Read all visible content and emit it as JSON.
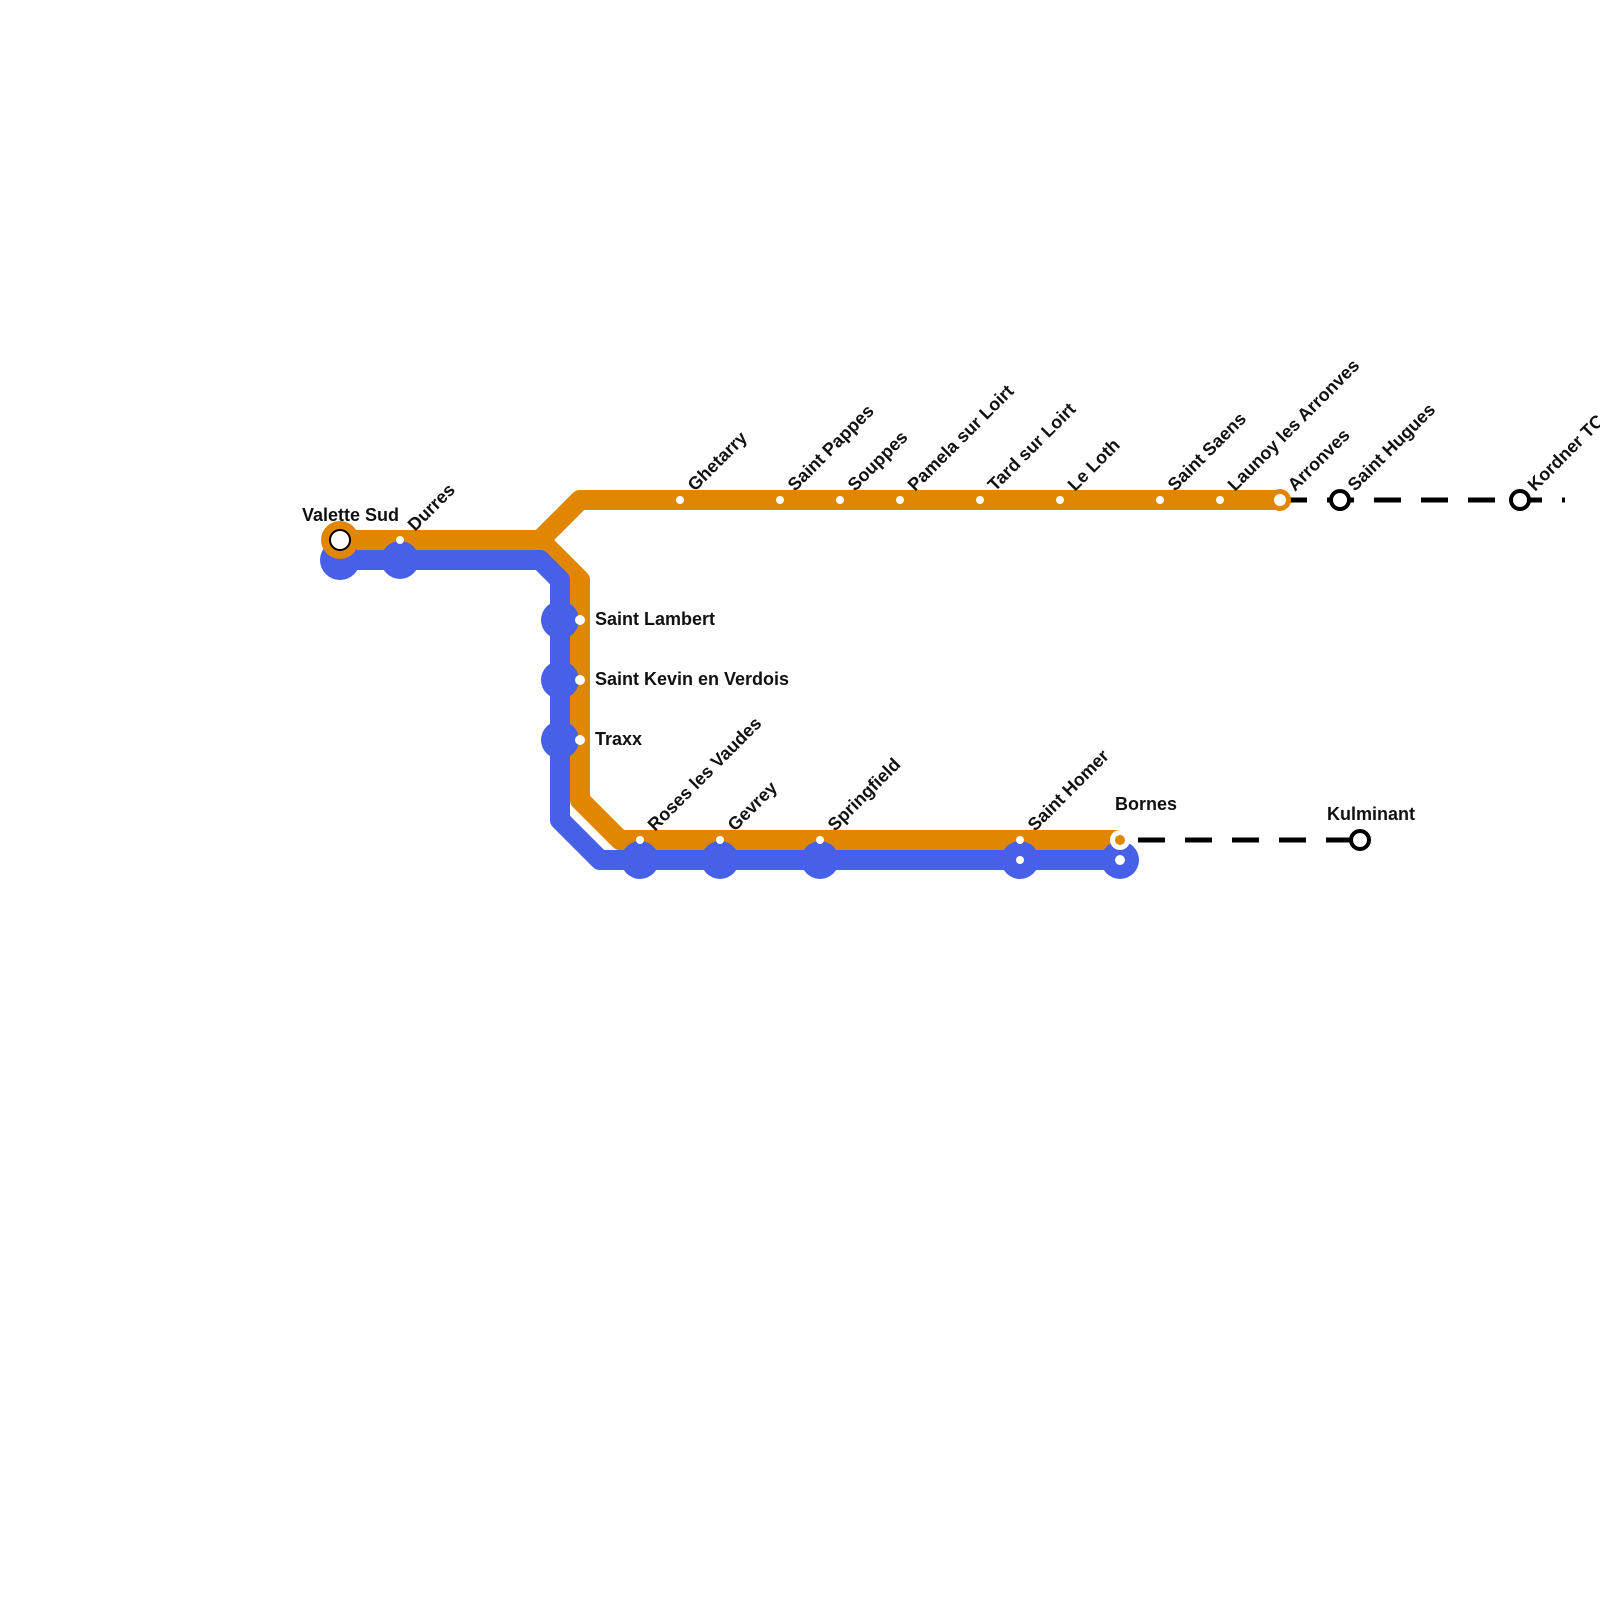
{
  "colors": {
    "orange_line": "#E08600",
    "blue_line": "#4660E8",
    "planned_line": "#000000",
    "station_fill": "#ffffff"
  },
  "lines": [
    {
      "id": "orange",
      "color": "#E08600",
      "status": "open"
    },
    {
      "id": "blue",
      "color": "#4660E8",
      "status": "open"
    },
    {
      "id": "extension-north",
      "color": "#000000",
      "status": "planned"
    },
    {
      "id": "extension-south",
      "color": "#000000",
      "status": "planned"
    }
  ],
  "stations": {
    "valette_sud": "Valette Sud",
    "durres": "Durres",
    "saint_lambert": "Saint Lambert",
    "saint_kevin": "Saint Kevin en Verdois",
    "traxx": "Traxx",
    "ghetarry": "Ghetarry",
    "saint_pappes": "Saint Pappes",
    "souppes": "Souppes",
    "pamela_sur_loirt": "Pamela sur Loirt",
    "tard_sur_loirt": "Tard sur Loirt",
    "le_loth": "Le Loth",
    "saint_saens": "Saint Saens",
    "launoy": "Launoy les Arronves",
    "arronves": "Arronves",
    "saint_hugues": "Saint Hugues",
    "kordner": "Kordner TC",
    "roses_les_vaudes": "Roses les Vaudes",
    "gevrey": "Gevrey",
    "springfield": "Springfield",
    "saint_homer": "Saint Homer",
    "bornes": "Bornes",
    "kulminant": "Kulminant"
  }
}
